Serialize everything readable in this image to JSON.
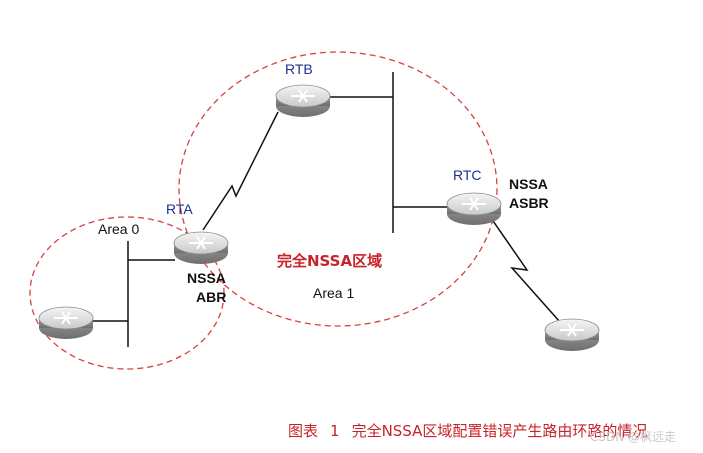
{
  "diagram": {
    "areas": {
      "area0": "Area 0",
      "area1": "Area 1",
      "zone": "完全NSSA区域"
    },
    "routers": {
      "rta": {
        "name": "RTA",
        "role_line1": "NSSA",
        "role_line2": "ABR"
      },
      "rtb": {
        "name": "RTB"
      },
      "rtc": {
        "name": "RTC",
        "role_line1": "NSSA",
        "role_line2": "ASBR"
      }
    }
  },
  "caption": {
    "figure": "图表",
    "number": "1",
    "text": "完全NSSA区域配置错误产生路由环路的情况"
  },
  "watermark": "CSDN @枫远走"
}
